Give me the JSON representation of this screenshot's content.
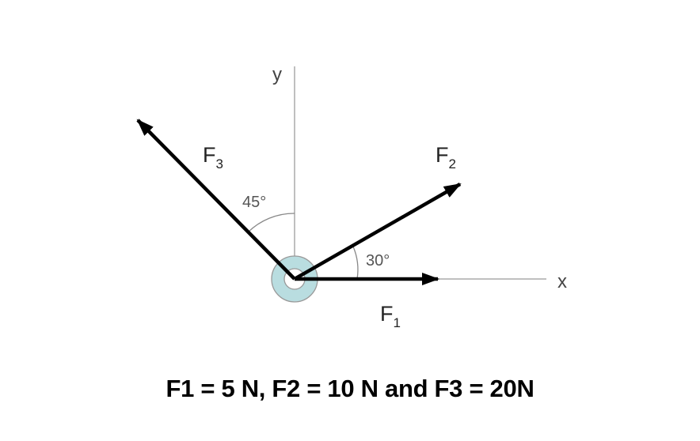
{
  "diagram": {
    "axes": {
      "x_label": "x",
      "y_label": "y"
    },
    "forces": [
      {
        "name": "F",
        "subscript": "1",
        "angle_label": "",
        "direction": "along +x"
      },
      {
        "name": "F",
        "subscript": "2",
        "angle_label": "30°",
        "direction": "30° above +x"
      },
      {
        "name": "F",
        "subscript": "3",
        "angle_label": "45°",
        "direction": "45° left of +y"
      }
    ],
    "colors": {
      "arrow": "#000000",
      "axis": "#aaaaaa",
      "pivot_fill": "#b9dde0",
      "pivot_stroke": "#999999"
    }
  },
  "caption": "F1 = 5 N, F2 = 10 N and F3 = 20N"
}
